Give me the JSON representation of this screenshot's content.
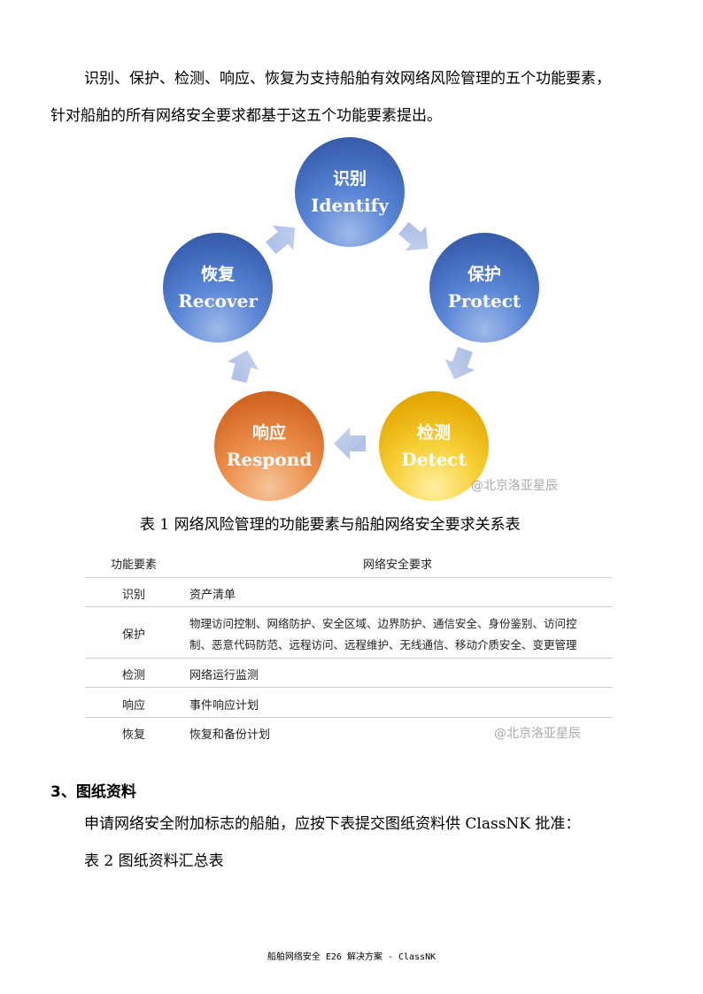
{
  "intro": {
    "line1": "识别、保护、检测、响应、恢复为支持船舶有效网络风险管理的五个功能要素，",
    "line2": "针对船舶的所有网络安全要求都基于这五个功能要素提出。"
  },
  "diagram": {
    "nodes": [
      {
        "cn": "识别",
        "en": "Identify"
      },
      {
        "cn": "保护",
        "en": "Protect"
      },
      {
        "cn": "检测",
        "en": "Detect"
      },
      {
        "cn": "响应",
        "en": "Respond"
      },
      {
        "cn": "恢复",
        "en": "Recover"
      }
    ],
    "colors": {
      "blue": "#4a74c6",
      "orange": "#e07a35",
      "gold": "#f0bd16",
      "arrow": "#b7c5e6"
    },
    "watermark": "@北京洛亚星辰"
  },
  "table1": {
    "caption": "表 1   网络风险管理的功能要素与船舶网络安全要求关系表",
    "headers": [
      "功能要素",
      "网络安全要求"
    ],
    "rows": [
      {
        "element": "识别",
        "requirement": "资产清单"
      },
      {
        "element": "保护",
        "requirement_line1": "物理访问控制、网络防护、安全区域、边界防护、通信安全、身份鉴别、访问控",
        "requirement_line2": "制、恶意代码防范、远程访问、远程维护、无线通信、移动介质安全、变更管理"
      },
      {
        "element": "检测",
        "requirement": "网络运行监测"
      },
      {
        "element": "响应",
        "requirement": "事件响应计划"
      },
      {
        "element": "恢复",
        "requirement": "恢复和备份计划"
      }
    ],
    "watermark": "@北京洛亚星辰"
  },
  "section3": {
    "heading": "3、图纸资料",
    "body": "申请网络安全附加标志的船舶，应按下表提交图纸资料供 ClassNK 批准：",
    "table2_caption": "表 2   图纸资料汇总表"
  },
  "footer": "船舶网络安全 E26 解决方案 - ClassNK"
}
